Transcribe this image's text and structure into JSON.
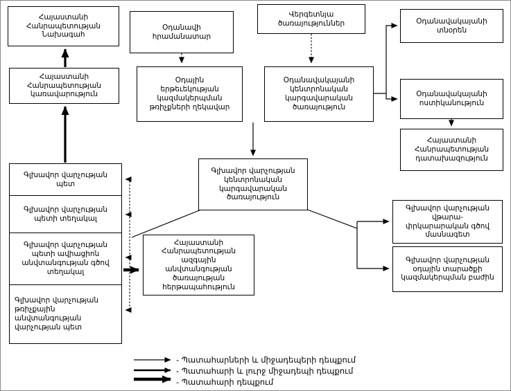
{
  "diagram": {
    "boxes": {
      "president": {
        "label": "Հայաստանի\nՀանրապետության\nՆախագահ"
      },
      "commander": {
        "label": "Օդանավի\nհրամանատար"
      },
      "ground": {
        "label": "Վերգետնյա\nծառայություններ"
      },
      "director": {
        "label": "Օդանավակայանի\nտնօրեն"
      },
      "government": {
        "label": "Հայաստանի\nՀանրապետության\nկառավարություն"
      },
      "atc": {
        "label": "Օդային\nերթեւեկության\nկազմակերպման\nթռիչքների ղեկավար"
      },
      "airportDispatch": {
        "label": "Օդանավակայանի\nկենտրոնական\nկարգավարական\nծառայություն"
      },
      "police": {
        "label": "Օդանավակայանի\nոստիկանություն"
      },
      "prosecutor": {
        "label": "Հայաստանի\nՀանրապետության\nդատախազություն"
      },
      "mainDispatch": {
        "label": "Գլխավոր վարչության\nկենտրոնական\nկարգավարական\nծառայություն"
      },
      "head": {
        "label": "Գլխավոր վարչության\nպետ"
      },
      "deputy": {
        "label": "Գլխավոր վարչության\nպետի տեղակալ"
      },
      "securityDeputy": {
        "label": "Գլխավոր վարչության\nպետի ավիացիոն\nանվտանգության գծով\nտեղակալ"
      },
      "flightSafety": {
        "label": "Գլխավոր վարչության\nթռիչքային\nանվտանգության\nվարչության պետ"
      },
      "nss": {
        "label": "Հայաստանի\nՀանրապետության\nազգային\nանվտանգության\nծառայության\nհերթապահություն"
      },
      "rescue": {
        "label": "Գլխավոր վարչության\nվթարա-\nփրկարարական գծով\nմասնագետ"
      },
      "airspace": {
        "label": "Գլխավոր վարչության\nօդային տարածքի\nկազմակերպման բաժին"
      }
    },
    "legend": {
      "items": [
        "- Պատահարների և միջադեպերի դեպքում",
        "- Պատահարի և լուրջ միջադեպի դեպքում",
        "- Պատահարի դեպքում"
      ]
    },
    "colors": {
      "line": "#000000",
      "box_border": "#000000",
      "background": "#ffffff"
    }
  }
}
